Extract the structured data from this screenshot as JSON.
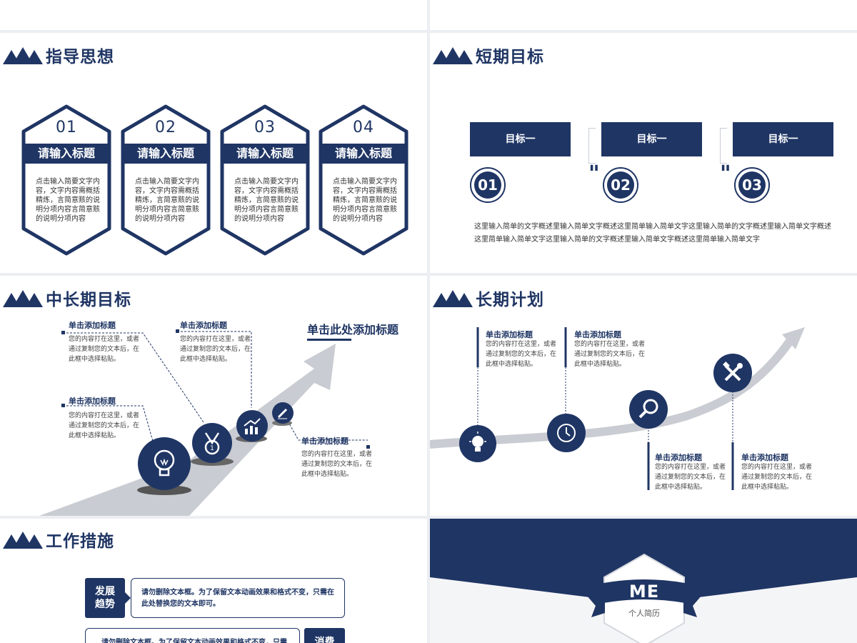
{
  "top_caption": "",
  "slide1": {
    "title": "指导思想",
    "cards": [
      {
        "num": "01",
        "heading": "请输入标题",
        "body": "点击输入简要文字内容，文字内容需概括精炼，言简意赅的说明分项内容言简意赅的说明分项内容"
      },
      {
        "num": "02",
        "heading": "请输入标题",
        "body": "点击输入简要文字内容，文字内容需概括精炼，言简意赅的说明分项内容言简意赅的说明分项内容"
      },
      {
        "num": "03",
        "heading": "请输入标题",
        "body": "点击输入简要文字内容，文字内容需概括精炼，言简意赅的说明分项内容言简意赅的说明分项内容"
      },
      {
        "num": "04",
        "heading": "请输入标题",
        "body": "点击输入简要文字内容，文字内容需概括精炼，言简意赅的说明分项内容言简意赅的说明分项内容"
      }
    ]
  },
  "slide2": {
    "title": "短期目标",
    "goals": [
      {
        "label": "目标一",
        "num": "01"
      },
      {
        "label": "目标一",
        "num": "02"
      },
      {
        "label": "目标一",
        "num": "03"
      }
    ],
    "description": "这里输入简单的文字概述里输入简单文字概述这里简单输入简单文字这里输入简单的文字概述里输入简单文字概述这里简单输入简单文字这里输入简单的文字概述里输入简单文字概述这里简单输入简单文字"
  },
  "slide3": {
    "title": "中长期目标",
    "main_heading": "单击此处添加标题",
    "callouts": [
      {
        "title": "单击添加标题",
        "body": "您的内容打在这里，或者通过复制您的文本后，在此框中选择粘贴。"
      },
      {
        "title": "单击添加标题",
        "body": "您的内容打在这里，或者通过复制您的文本后，在此框中选择粘贴。"
      },
      {
        "title": "单击添加标题",
        "body": "您的内容打在这里，或者通过复制您的文本后，在此框中选择粘贴。"
      },
      {
        "title": "单击添加标题",
        "body": "您的内容打在这里，或者通过复制您的文本后，在此框中选择粘贴。"
      }
    ],
    "icons": [
      "lightbulb-icon",
      "medal-icon",
      "growth-chart-icon",
      "pen-icon"
    ]
  },
  "slide4": {
    "title": "长期计划",
    "callouts": [
      {
        "title": "单击添加标题",
        "body": "您的内容打在这里，或者通过复制您的文本后，在此框中选择粘贴。"
      },
      {
        "title": "单击添加标题",
        "body": "您的内容打在这里，或者通过复制您的文本后，在此框中选择粘贴。"
      },
      {
        "title": "单击添加标题",
        "body": "您的内容打在这里，或者通过复制您的文本后，在此框中选择粘贴。"
      },
      {
        "title": "单击添加标题",
        "body": "您的内容打在这里，或者通过复制您的文本后，在此框中选择粘贴。"
      }
    ],
    "icons": [
      "lightbulb-icon",
      "clock-icon",
      "search-icon",
      "tools-icon"
    ]
  },
  "slide5": {
    "title": "工作措施",
    "tag1": "发展趋势",
    "box1": "请勿删除文本框。为了保留文本动画效果和格式不变，只需在此处替换您的文本即可。",
    "box2": "请勿删除文本框。为了保留文本动画效果和格式不变，只需",
    "tag2": "消费"
  },
  "slide6": {
    "logo": "ME",
    "subtitle": "个人简历"
  },
  "colors": {
    "primary": "#1f3564",
    "road": "#c9ccd2"
  }
}
